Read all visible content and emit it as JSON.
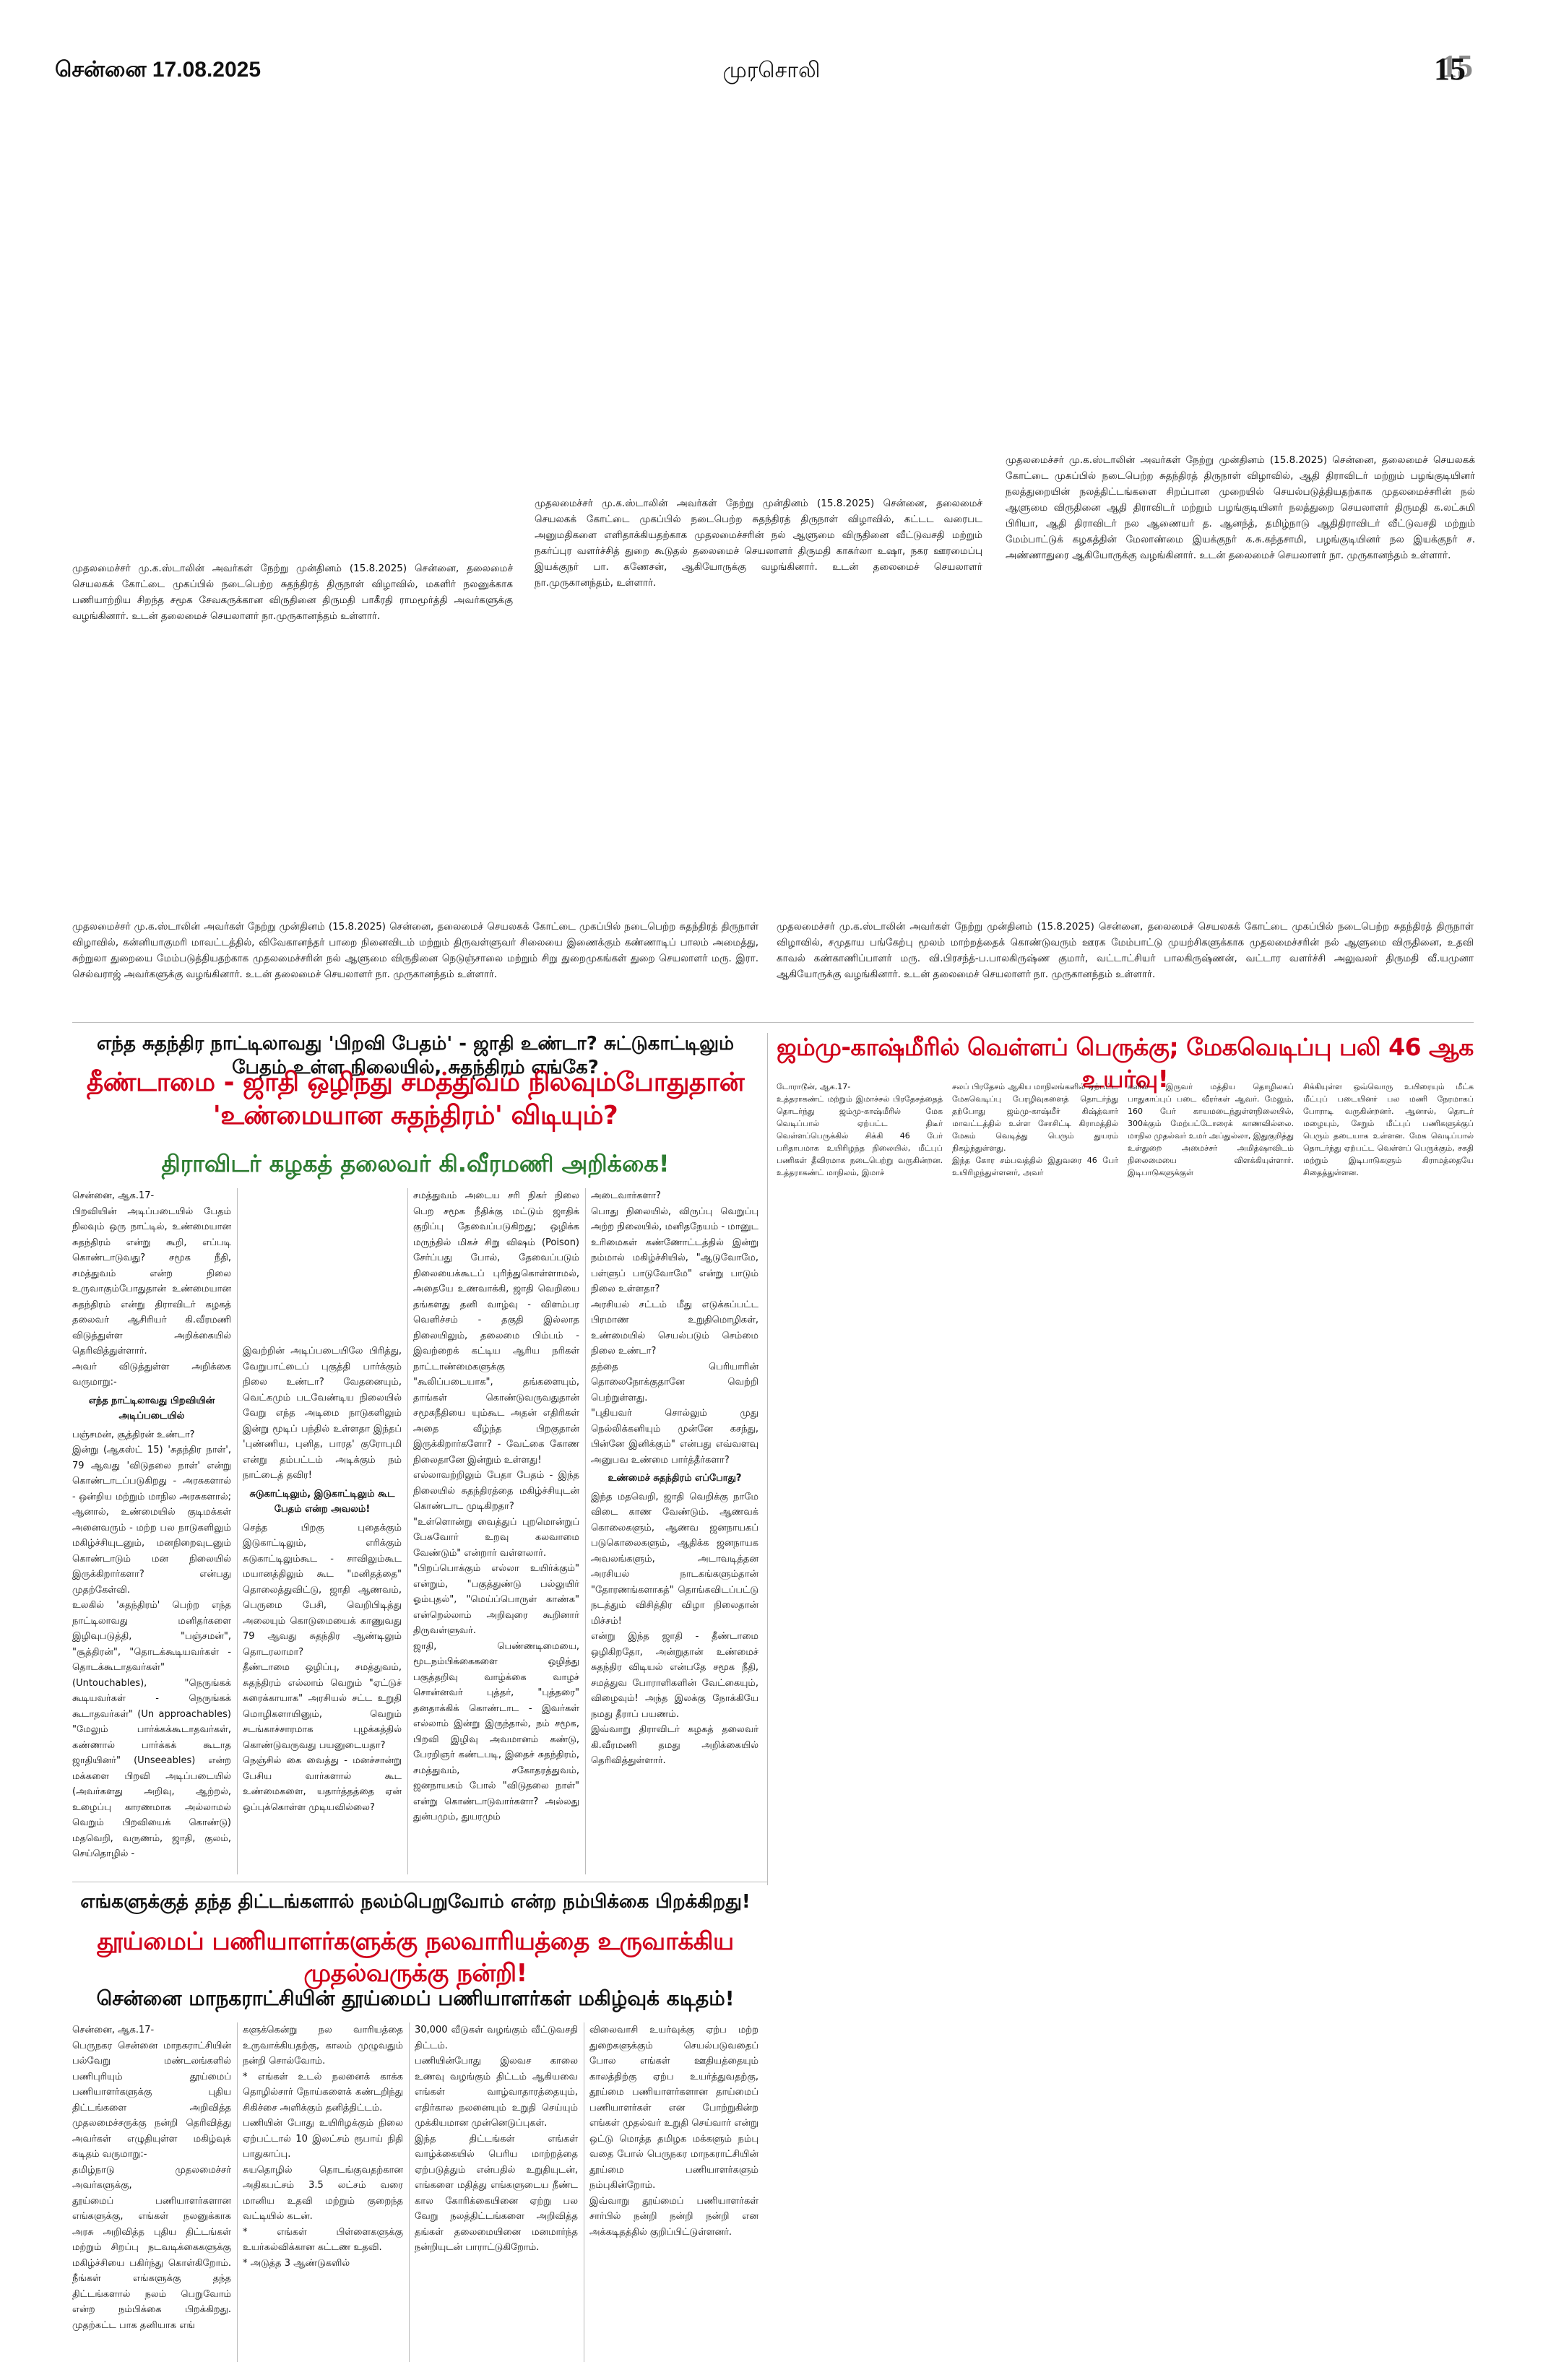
{
  "masthead": {
    "date": "சென்னை 17.08.2025",
    "paper_name": "முரசொலி",
    "page_number": "15"
  },
  "captions": {
    "c1": "முதலமைச்சர் மு.க.ஸ்டாலின் அவர்கள் நேற்று முன்தினம் (15.8.2025) சென்னை, தலைமைச் செயலகக் கோட்டை முகப்பில் நடைபெற்ற சுதந்திரத் திருநாள் விழாவில், மகளிர் நலனுக்காக பணியாற்றிய சிறந்த சமூக சேவகருக்கான விருதினை திருமதி பாகீரதி ராமமூர்த்தி அவர்களுக்கு வழங்கினார். உடன் தலைமைச் செயலாளர் நா.முருகானந்தம் உள்ளார்.",
    "c2": "முதலமைச்சர் மு.க.ஸ்டாலின் அவர்கள் நேற்று முன்தினம் (15.8.2025) சென்னை, தலைமைச் செயலகக் கோட்டை முகப்பில் நடைபெற்ற சுதந்திரத் திருநாள் விழாவில், கட்டட வரைபட அனுமதிகளை எளிதாக்கியதற்காக முதலமைச்சரின் நல் ஆளுமை விருதினை வீட்டுவசதி மற்றும் நகர்ப்புர வளர்ச்சித் துறை கூடுதல் தலைமைச் செயலாளர் திருமதி காகர்லா உஷா, நகர ஊரமைப்பு இயக்குநர் பா. கணேசன், ஆகியோருக்கு வழங்கினார். உடன் தலைமைச் செயலாளர் நா.முருகானந்தம், உள்ளார்.",
    "c3": "முதலமைச்சர் மு.க.ஸ்டாலின் அவர்கள் நேற்று முன்தினம் (15.8.2025) சென்னை, தலைமைச் செயலகக் கோட்டை முகப்பில் நடைபெற்ற சுதந்திரத் திருநாள் விழாவில், ஆதி திராவிடர் மற்றும் பழங்குடியினர் நலத்துறையின் நலத்திட்டங்களை சிறப்பான முறையில் செயல்படுத்தியதற்காக முதலமைச்சரின் நல் ஆளுமை விருதினை ஆதி திராவிடர் மற்றும் பழங்குடியினர் நலத்துறை செயலாளர் திருமதி க.லட்சுமி பிரியா, ஆதி திராவிடர் நல ஆணையர் த. ஆனந்த், தமிழ்நாடு ஆதிதிராவிடர் வீட்டுவசதி மற்றும் மேம்பாட்டுக் கழகத்தின் மேலாண்மை இயக்குநர் க.சு.கந்தசாமி, பழங்குடியினர் நல இயக்குநர் ச. அண்ணாதுரை ஆகியோருக்கு வழங்கினார். உடன் தலைமைச் செயலாளர் நா. முருகானந்தம் உள்ளார்.",
    "c4": "முதலமைச்சர் மு.க.ஸ்டாலின் அவர்கள் நேற்று முன்தினம் (15.8.2025) சென்னை, தலைமைச் செயலகக் கோட்டை முகப்பில் நடைபெற்ற சுதந்திரத் திருநாள் விழாவில், கன்னியாகுமரி மாவட்டத்தில், விவேகானந்தர் பாறை நினைவிடம் மற்றும் திருவள்ளுவர் சிலையை இணைக்கும் கண்ணாடிப் பாலம் அமைத்து, சுற்றுலா துறையை மேம்படுத்தியதற்காக முதலமைச்சரின் நல் ஆளுமை விருதினை நெடுஞ்சாலை மற்றும் சிறு துறைமுகங்கள் துறை செயலாளர் மரு. இரா. செல்வராஜ் அவர்களுக்கு வழங்கினார். உடன் தலைமைச் செயலாளர் நா. முருகானந்தம் உள்ளார்.",
    "c5": "முதலமைச்சர் மு.க.ஸ்டாலின் அவர்கள் நேற்று முன்தினம் (15.8.2025) சென்னை, தலைமைச் செயலகக் கோட்டை முகப்பில் நடைபெற்ற சுதந்திரத் திருநாள் விழாவில், சமுதாய பங்கேற்பு மூலம் மாற்றத்தைக் கொண்டுவரும் ஊரக மேம்பாட்டு முயற்சிகளுக்காக முதலமைச்சரின் நல் ஆளுமை விருதினை, உதவி காவல் கண்காணிப்பாளர் மரு. வி.பிரசந்த்-ப.பாலகிருஷ்ண குமார், வட்டாட்சியர் பாலகிருஷ்ணன், வட்டார வளர்ச்சி அலுவலர் திருமதி வீ.யமுனா ஆகியோருக்கு வழங்கினார். உடன் தலைமைச் செயலாளர் நா. முருகானந்தம் உள்ளார்."
  },
  "article1": {
    "kicker": "எந்த சுதந்திர நாட்டிலாவது 'பிறவி பேதம்' - ஜாதி உண்டா? சுட்டுகாட்டிலும் பேதம் உள்ள நிலையில், சுதந்திரம் எங்கே?",
    "headline": "தீண்டாமை - ஜாதி ஒழிந்து சமத்துவம் நிலவும்போதுதான் 'உண்மையான சுதந்திரம்' விடியும்?",
    "subhead": "திராவிடர் கழகத் தலைவர் கி.வீரமணி அறிக்கை!",
    "col1": "சென்னை, ஆக.17-\n   பிறவியின் அடிப்படையில் பேதம் நிலவும் ஒரு நாட்டில், உண்மையான சுதந்திரம் என்று கூறி, எப்படி கொண்டாடுவது? சமூக நீதி, சமத்துவம் என்ற நிலை உருவாகும்போதுதான் உண்மையான சுதந்திரம் என்று திராவிடர் கழகத் தலைவர் ஆசிரியர் கி.வீரமணி விடுத்துள்ள அறிக்கையில் தெரிவித்துள்ளார்.\n   அவர் விடுத்துள்ள அறிக்கை வருமாறு:-",
    "col1_subh": "எந்த நாட்டிலாவது பிறவியின் அடிப்படையில்",
    "col1b": "பஞ்சமன், சூத்திரன் உண்டா?\n   இன்று (ஆகஸ்ட் 15) 'சுதந்திர நாள்', 79 ஆவது 'விடுதலை நாள்' என்று கொண்டாடப்படுகிறது - அரசுகளால் - ஒன்றிய மற்றும் மாநில அரசுகளால்; ஆனால், உண்மையில் குடிமக்கள் அனைவரும் - மற்ற பல நாடுகளிலும் மகிழ்ச்சியுடனும், மனநிறைவுடனும் கொண்டாடும் மன நிலையில் இருக்கிறார்களா? என்பது முதற்கேள்வி.\n   உலகில் 'சுதந்திரம்' பெற்ற எந்த நாட்டிலாவது மனிதர்களை இழிவுபடுத்தி, \"பஞ்சமன்\", \"சூத்திரன்\", \"தொடக்கூடியவர்கள் - தொடக்கூடாதவர்கள்\" (Untouchables), \"நெருங்கக் கூடியவர்கள் - நெருங்கக் கூடாதவர்கள்\" (Un approachables) \"மேலும் பார்க்கக்கூடாதவர்கள், கண்ணால் பார்க்கக் கூடாத ஜாதியினர்\" (Unseeables) என்ற மக்களை பிறவி அடிப்படையில் (அவர்களது அறிவு, ஆற்றல், உழைப்பு காரணமாக அல்லாமல் வெறும் பிறவியைக் கொண்டு) மதவெறி, வருணம், ஜாதி, குலம், செய்தொழில் -",
    "col2": "இவற்றின் அடிப்படையிலே பிரித்து, வேறுபாட்டைப் புகுத்தி பார்க்கும் நிலை உண்டா? வேதனையும், வெட்கமும் படவேண்டிய நிலையில் வேறு எந்த அடிமை நாடுகளிலும் இன்று மூடிப் பந்தில் உள்ளதா இந்தப் 'புண்ணிய, புனித, பாரத' குரோபுமி என்று தம்பட்டம் அடிக்கும் நம் நாட்டைத் தவிர!",
    "col2_subh": "சுடுகாட்டிலும், இடுகாட்டிலும் கூட பேதம் என்ற அவலம்!",
    "col2b": "   செத்த பிறகு புதைக்கும் இடுகாட்டிலும், எரிக்கும் சுடுகாட்டிலும்கூட - சாவிலும்கூட மயானத்திலும் கூட \"மனிதத்தை\" தொலைத்துவிட்டு, ஜாதி ஆணவம், பெருமை பேசி, வெறிபிடித்து அலையும் கொடுமையைக் காணுவது 79 ஆவது சுதந்திர ஆண்டிலும் தொடரலாமா?\n   தீண்டாமை ஒழிப்பு, சமத்துவம், சுதந்திரம் எல்லாம் வெறும் \"ஏட்டுச் சுரைக்காயாக\" அரசியல் சட்ட உறுதி மொழிகளாயினும், வெறும் சடங்காச்சாரமாக புழக்கத்தில் கொண்டுவருவது பயனுடையதா?\n   நெஞ்சில் கை வைத்து - மனச்சான்று பேசிய வார்களால் கூட உண்மைகளை, யதார்த்தத்தை ஏன் ஒப்புக்கொள்ள முடியவில்லை?",
    "col3": "   சமத்துவம் அடைய சரி நிகர் நிலை பெற சமூக நீதிக்கு மட்டும் ஜாதிக் குறிப்பு தேவைப்படுகிறது; ஒழிக்க மருந்தில் மிகச் சிறு விஷம் (Poison) சேர்ப்பது போல், தேவைப்படும் நிலையைக்கூடப் புரிந்துகொள்ளாமல், அதையே உணவாக்கி, ஜாதி வெறியை தங்களது தனி வாழ்வு - விளம்பர வெளிச்சம் - தகுதி இல்லாத நிலையிலும், தலைமை பிம்பம் - இவற்றைக் கட்டிய ஆரிய நரிகள் நாட்டாண்மைகளுக்கு \"கூலிப்படையாக\", தங்களையும், தாங்கள் கொண்டுவருவதுதான் சமூகநீதியை யும்கூட அதன் எதிரிகள் அதை வீழ்ந்த பிறகுதான் இருக்கிறார்களோ? - வேட்கை கோண நிலைதானே இன்றும் உள்ளது!\n   எல்லாவற்றிலும் பேதா பேதம் - இந்த நிலையில் சுதந்திரத்தை மகிழ்ச்சியுடன் கொண்டாட முடிகிறதா?\n   \"உள்ளொன்று வைத்துப் புறமொன்றுப் பேசுவோர் உறவு கலவாமை வேண்டும்\" என்றார் வள்ளலார்.\n   \"பிறப்பொக்கும் எல்லா உயிர்க்கும்\" என்றும், \"பகுத்துண்டு பல்லுயிர் ஓம்புதல்\", \"மெய்ப்பொருள் காண்க\" என்றெல்லாம் அறிவுரை கூறினார் திருவள்ளுவர்.\n   ஜாதி, பெண்ணடிமையை, மூடநம்பிக்கைகளை ஒழித்து பகுத்தறிவு வாழ்க்கை வாழச் சொன்னவர் புத்தர், \"புத்தரை\" தனதாக்கிக் கொண்டாட - இவர்கள் எல்லாம் இன்று இருந்தால், நம் சமூக, பிறவி இழிவு அவமானம் கண்டு, பேரறிஞர் கண்டபடி, இதைச் சுதந்திரம், சமத்துவம், சகோதரத்துவம், ஜனநாயகம் போல் \"விடுதலை நாள்\" என்று கொண்டாடுவார்களா? அல்லது துன்பமும், துயரமும்",
    "col4": "அடைவார்களா?\n   பொது நிலையில், விருப்பு வெறுப்பு அற்ற நிலையில், மனிதநேயம் - மானுட உரிமைகள் கண்ணோட்டத்தில் இன்று நம்மால் மகிழ்ச்சியில், \"ஆடுவோமே, பள்ளுப் பாடுவோமே\" என்று பாடும் நிலை உள்ளதா?\n   அரசியல் சட்டம் மீது எடுக்கப்பட்ட பிரமாண உறுதிமொழிகள், உண்மையில் செயல்படும் செம்மை நிலை உண்டா?\n   தந்தை பெரியாரின் தொலைநோக்குதானே வெற்றி பெற்றுள்ளது.\n   \"புதியவர் சொல்லும் முது நெல்லிக்கனியும் முன்னே கசந்து, பின்னே இனிக்கும்\" என்பது எவ்வளவு அனுபவ உண்மை பார்த்தீர்களா?",
    "col4_subh": "உண்மைச் சுதந்திரம் எப்போது?",
    "col4b": "   இந்த மதவெறி, ஜாதி வெறிக்கு நாமே விடை காண வேண்டும். ஆணவக் கொலைகளும், ஆணவ ஜனநாயகப் படுகொலைகளும், ஆதிக்க ஜனநாயக அவலங்களும், அடாவடித்தன அரசியல் நாடகங்களும்தான் \"தோரணங்களாகத்\" தொங்கவிடப்பட்டு நடத்தும் விசித்திர விழா நிலைதான் மிச்சம்!\n   என்று இந்த ஜாதி - தீண்டாமை ஒழிகிறதோ, அன்றுதான் உண்மைச் சுதந்திர விடியல் என்பதே சமூக நீதி, சமத்துவ போராளிகளின் வேட்கையும், விழைவும்! அந்த இலக்கு நோக்கியே நமது தீராப் பயணம்.\n   இவ்வாறு திராவிடர் கழகத் தலைவர் கி.வீரமணி தமது அறிக்கையில் தெரிவித்துள்ளார்."
  },
  "article2": {
    "headline": "ஜம்மு-காஷ்மீரில் வெள்ளப் பெருக்கு; மேகவெடிப்பு பலி 46 ஆக உயர்வு!",
    "col1": "   டோராடூன், ஆக.17-\n   உத்தராகண்ட் மற்றும் இமாச்சல் பிரதேசத்தைத் தொடர்ந்து ஜம்மு-காஷ்மீரில் மேக வெடிப்பால் ஏற்பட்ட திடீர் வெள்ளப்பெருக்கில் சிக்கி 46 பேர் பரிதாபமாக உயிரிழந்த நிலையில், மீட்புப் பணிகள் தீவிரமாக நடைபெற்று வருகின்றன. உத்தராகண்ட் மாநிலம், இமாச்",
    "col2": "சலப் பிரதேசம் ஆகிய மாநிலங்களில் ஏற்பட்ட மேகவெடிப்பு பேரழிவுகளைத் தொடர்ந்து தற்போது ஜம்மு-காஷ்மீர் கிஷ்த்வார் மாவட்டத்தில் உள்ள சோசிட்டி கிராமத்தில் மேகம் வெடித்து பெரும் துயரம் நிகழ்ந்துள்ளது.\n   இந்த கோர சம்பவத்தில் இதுவரை 46 பேர் உயிரிழந்துள்ளனர், அவர்",
    "col3": "களில் இருவர் மத்திய தொழிலகப் பாதுகாப்புப் படை வீரர்கள் ஆவர். மேலும், 160 பேர் காயமடைந்துள்ளநிலையில், 300க்கும் மேற்பட்டோரைக் காணவில்லை. மாநில முதல்வர் உமர் அப்துல்லா, இதுகுறித்து உள்துறை அமைச்சர் அமித்ஷாவிடம் நிலைமையை விளக்கியுள்ளார். இடிபாடுகளுக்குள்",
    "col4": "சிக்கியுள்ள ஒவ்வொரு உயிரையும் மீட்க மீட்புப் படையினர் பல மணி நேரமாகப் போராடி வருகின்றனர். ஆனால், தொடர் மழையும், சேறும் மீட்புப் பணிகளுக்குப் பெரும் தடையாக உள்ளன. மேக வெடிப்பால் தொடர்ந்து ஏற்பட்ட வெள்ளப் பெருக்கும், சகதி மற்றும் இடிபாடுகளும் கிராமத்தையே சிதைத்துள்ளன."
  },
  "article3": {
    "kicker": "எங்களுக்குத் தந்த திட்டங்களால் நலம்பெறுவோம் என்ற நம்பிக்கை பிறக்கிறது!",
    "headline": "தூய்மைப் பணியாளர்களுக்கு நலவாரியத்தை உருவாக்கிய முதல்வருக்கு நன்றி!",
    "subhead": "சென்னை மாநகராட்சியின் தூய்மைப் பணியாளர்கள் மகிழ்வுக் கடிதம்!",
    "col1": "   சென்னை, ஆக.17-\n   பெருநகர சென்னை மாநகராட்சியின் பல்வேறு மண்டலங்களில் பணிபுரியும் தூய்மைப் பணியாளர்களுக்கு புதிய திட்டங்களை அறிவித்த முதலமைச்சருக்கு நன்றி தெரிவித்து அவர்கள் எழுதியுள்ள மகிழ்வுக் கடிதம் வருமாறு:-\n   தமிழ்நாடு முதலமைச்சர் அவர்களுக்கு,\n   தூய்மைப் பணியாளர்களான எங்களுக்கு, எங்கள் நலனுக்காக அரசு அறிவித்த புதிய திட்டங்கள் மற்றும் சிறப்பு நடவடிக்கைகளுக்கு மகிழ்ச்சியை பகிர்ந்து கொள்கிறோம். நீங்கள் எங்களுக்கு தந்த திட்டங்களால் நலம் பெறுவோம் என்ற நம்பிக்கை பிறக்கிறது. முதற்கட்ட பாக தனியாக எங்",
    "col2": "களுக்கென்று நல வாரியத்தை உருவாக்கியதற்கு, காலம் முழுவதும் நன்றி சொல்வோம்.\n   * எங்கள் உடல் நலனைக் காக்க தொழில்சார் நோய்களைக் கண்டறிந்து சிகிச்சை அளிக்கும் தனித்திட்டம்.\n   பணியின் போது உயிரிழக்கும் நிலை ஏற்பட்டால் 10 இலட்சம் ரூபாய் நிதி பாதுகாப்பு.\n   சுயதொழில் தொடங்குவதற்கான அதிகபட்சம் 3.5 லட்சம் வரை மானிய உதவி மற்றும் குறைந்த வட்டியில் கடன்.\n   * எங்கள் பிள்ளைகளுக்கு உயர்கல்விக்கான கட்டண உதவி.\n   * அடுத்த 3 ஆண்டுகளில்",
    "col3": "30,000 வீடுகள் வழங்கும் வீட்டுவசதி திட்டம்.\n   பணியின்போது இலவச காலை உணவு வழங்கும் திட்டம் ஆகியவை எங்கள் வாழ்வாதாரத்தையும், எதிர்கால நலனையும் உறுதி செய்யும் முக்கியமான முன்னெடுப்புகள்.\n   இந்த திட்டங்கள் எங்கள் வாழ்க்கையில் பெரிய மாற்றத்தை ஏற்படுத்தும் என்பதில் உறுதியுடன், எங்களை மதித்து எங்களுடைய நீண்ட கால கோரிக்கையினை ஏற்று பல வேறு நலத்திட்டங்களை அறிவித்த தங்கள் தலைமையினை மனமார்ந்த நன்றியுடன் பாராட்டுகிறோம்.",
    "col4": "விலைவாசி உயர்வுக்கு ஏற்ப மற்ற துறைகளுக்கும் செயல்படுவதைப் போல எங்கள் ஊதியத்தையும் காலத்திற்கு ஏற்ப உயர்த்துவதற்கு, தூய்மை பணியாளர்களான தாய்மைப் பணியாளர்கள் என போற்றுகின்ற எங்கள் முதல்வர் உறுதி செய்வார் என்று ஒட்டு மொத்த தமிழக மக்களும் நம்பு வதை போல் பெருநகர மாநகராட்சியின் தூய்மை பணியாளர்களும் நம்புகின்றோம்.\n   இவ்வாறு தூய்மைப் பணியாளர்கள் சார்பில் நன்றி நன்றி நன்றி என அக்கடிதத்தில் குறிப்பிட்டுள்ளனர்."
  }
}
